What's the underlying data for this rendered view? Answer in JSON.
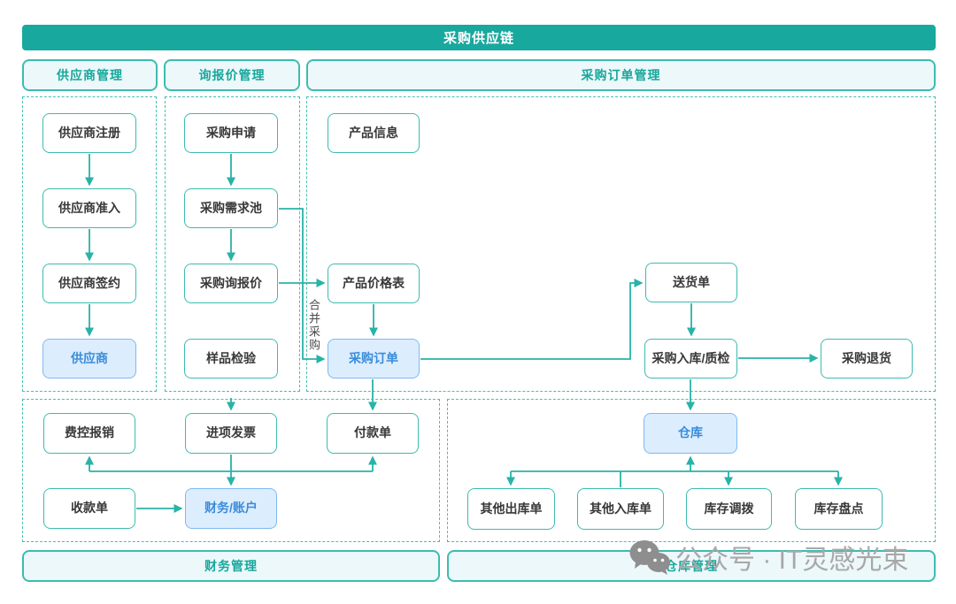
{
  "title": "采购供应链",
  "section_headers": {
    "supplier": "供应商管理",
    "inquiry": "询报价管理",
    "purchase_order": "采购订单管理"
  },
  "section_footers": {
    "finance": "财务管理",
    "warehouse": "仓库管理"
  },
  "nodes": {
    "supplier_register": "供应商注册",
    "supplier_admission": "供应商准入",
    "supplier_signing": "供应商签约",
    "supplier": "供应商",
    "purchase_request": "采购申请",
    "purchase_demand_pool": "采购需求池",
    "purchase_rfq": "采购询报价",
    "sample_inspection": "样品检验",
    "product_info": "产品信息",
    "product_price_list": "产品价格表",
    "purchase_order": "采购订单",
    "delivery_note": "送货单",
    "purchase_inbound_qc": "采购入库/质检",
    "purchase_return": "采购退货",
    "expense_reimbursement": "费控报销",
    "input_invoice": "进项发票",
    "payment_note": "付款单",
    "receipt_note": "收款单",
    "finance_account": "财务/账户",
    "warehouse": "仓库",
    "other_outbound": "其他出库单",
    "other_inbound": "其他入库单",
    "inventory_transfer": "库存调拨",
    "inventory_count": "库存盘点"
  },
  "edge_labels": {
    "merge_purchase": "合并采购"
  },
  "edges": [
    {
      "from": "供应商注册",
      "to": "供应商准入"
    },
    {
      "from": "供应商准入",
      "to": "供应商签约"
    },
    {
      "from": "供应商签约",
      "to": "供应商"
    },
    {
      "from": "采购申请",
      "to": "采购需求池"
    },
    {
      "from": "采购需求池",
      "to": "采购询报价"
    },
    {
      "from": "采购询报价",
      "to": "产品价格表"
    },
    {
      "from": "采购需求池",
      "to": "采购订单",
      "label": "合并采购"
    },
    {
      "from": "产品价格表",
      "to": "采购订单"
    },
    {
      "from": "采购订单",
      "to": "送货单"
    },
    {
      "from": "送货单",
      "to": "采购入库/质检"
    },
    {
      "from": "采购入库/质检",
      "to": "采购退货"
    },
    {
      "from": "采购入库/质检",
      "to": "仓库"
    },
    {
      "from": "采购订单",
      "to": "付款单"
    },
    {
      "from": "进项发票",
      "to": "费控报销"
    },
    {
      "from": "进项发票",
      "to": "付款单"
    },
    {
      "from": "进项发票",
      "to": "财务/账户"
    },
    {
      "from": "收款单",
      "to": "财务/账户"
    },
    {
      "from": "其他入库单",
      "to": "仓库"
    },
    {
      "from": "仓库",
      "to": "其他出库单"
    },
    {
      "from": "仓库",
      "to": "库存调拨"
    },
    {
      "from": "仓库",
      "to": "库存盘点"
    }
  ],
  "watermark": {
    "icon": "wechat-icon",
    "text": "公众号 · IT灵感光束"
  },
  "colors": {
    "header_teal": "#19A89E",
    "border_teal": "#3CBCB0",
    "arrow_teal": "#29B3A8",
    "section_bg": "#EDF8FB",
    "highlight_bg": "#DCEDFE",
    "highlight_border": "#7FB9F0",
    "highlight_text": "#3A8CD9",
    "watermark_gray": "#A8A8A8"
  }
}
